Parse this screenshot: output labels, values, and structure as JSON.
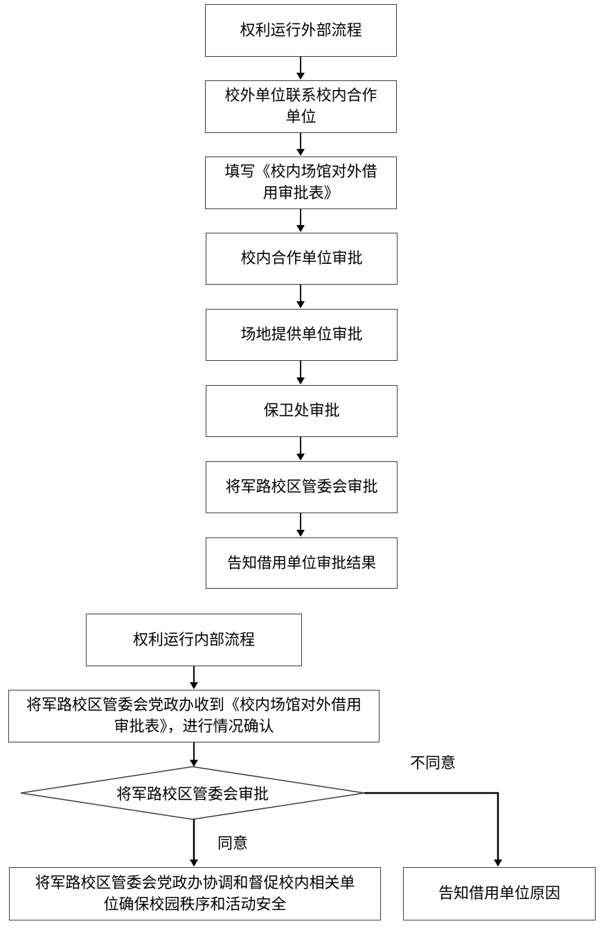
{
  "external_flow": {
    "steps": [
      "权利运行外部流程",
      "校外单位联系校内合作单位",
      "填写《校内场馆对外借用审批表》",
      "校内合作单位审批",
      "场地提供单位审批",
      "保卫处审批",
      "将军路校区管委会审批",
      "告知借用单位审批结果"
    ]
  },
  "internal_flow": {
    "title": "权利运行内部流程",
    "receive": "将军路校区管委会党政办收到《校内场馆对外借用审批表》，进行情况确认",
    "decision": "将军路校区管委会审批",
    "disagree_label": "不同意",
    "agree_label": "同意",
    "agree_result": "将军路校区管委会党政办协调和督促校内相关单位确保校园秩序和活动安全",
    "disagree_result": "告知借用单位原因"
  }
}
